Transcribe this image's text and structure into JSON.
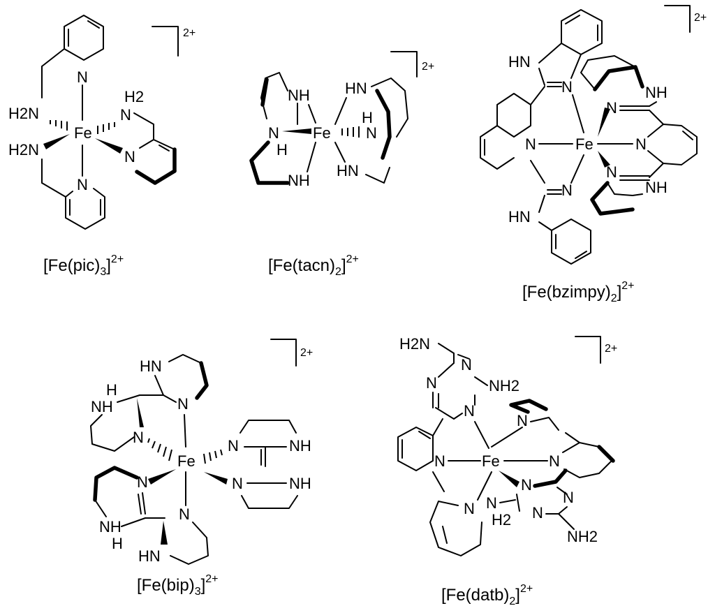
{
  "labels": {
    "charge": "2+",
    "metal": "Fe",
    "N": "N",
    "NH": "NH",
    "HN": "HN",
    "H": "H",
    "H2N": "H2N",
    "NH2": "NH2",
    "H2": "H2"
  },
  "complexes": [
    {
      "id": "pic",
      "caption_main": "[Fe(pic)",
      "caption_sub": "3",
      "caption_close": "]",
      "caption_sup": "2+"
    },
    {
      "id": "tacn",
      "caption_main": "[Fe(tacn)",
      "caption_sub": "2",
      "caption_close": "]",
      "caption_sup": "2+"
    },
    {
      "id": "bzimpy",
      "caption_main": "[Fe(bzimpy)",
      "caption_sub": "2",
      "caption_close": "]",
      "caption_sup": "2+"
    },
    {
      "id": "bip",
      "caption_main": "[Fe(bip)",
      "caption_sub": "3",
      "caption_close": "]",
      "caption_sup": "2+"
    },
    {
      "id": "datb",
      "caption_main": "[Fe(datb)",
      "caption_sub": "2",
      "caption_close": "]",
      "caption_sup": "2+"
    }
  ]
}
